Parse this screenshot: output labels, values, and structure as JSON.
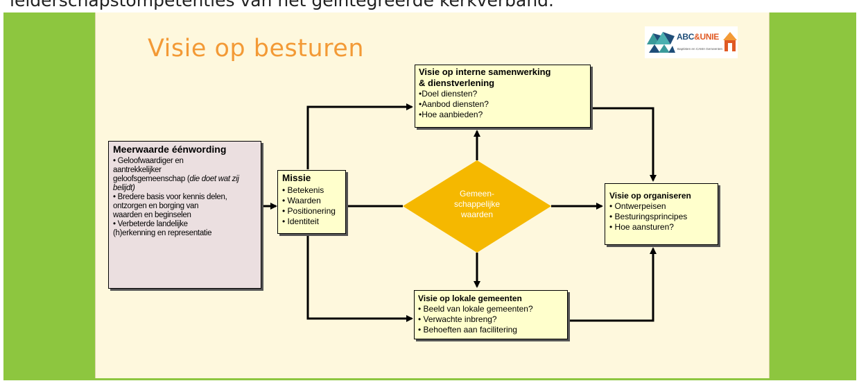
{
  "page_top_text": "leiderschapstompetenties van het geïntegreerde kerkverband.",
  "slide": {
    "title": "Visie op besturen",
    "logo": {
      "brand_abc": "ABC",
      "brand_amp": "&",
      "brand_unie": "UNIE",
      "tagline": "Baptisten en CAMA Gemeenten",
      "colors": {
        "navy": "#1f4e79",
        "orange": "#e05a24",
        "teal": "#3a9a9a"
      }
    }
  },
  "boxes": {
    "meerwaarde": {
      "heading": "Meerwaarde éénwording",
      "items": [
        "• Geloofwaardiger en",
        "aantrekkelijker",
        "geloofsgemeenschap (",
        "die doet wat zij belijdt)",
        "• Bredere basis voor kennis delen,",
        "ontzorgen en borging van",
        "waarden en beginselen",
        "• Verbeterde landelijke",
        "(h)erkenning en representatie"
      ]
    },
    "missie": {
      "heading": "Missie",
      "items": [
        "• Betekenis",
        "• Waarden",
        "• Positionering",
        "• Identiteit"
      ]
    },
    "interne": {
      "heading_line1": "Visie op interne samenwerking",
      "heading_line2": "& dienstverlening",
      "items": [
        "•Doel diensten?",
        "•Aanbod diensten?",
        "•Hoe aanbieden?"
      ]
    },
    "organiseren": {
      "heading": "Visie op organiseren",
      "items": [
        "• Ontwerpeisen",
        "• Besturingsprincipes",
        "• Hoe aansturen?"
      ]
    },
    "lokale": {
      "heading": "Visie op lokale gemeenten",
      "items": [
        "• Beeld van lokale gemeenten?",
        "• Verwachte inbreng?",
        "• Behoeften aan facilitering"
      ]
    },
    "diamond": {
      "line1": "Gemeen-",
      "line2": "schappelijke",
      "line3": "waarden",
      "color": "#f5b800"
    }
  },
  "colors": {
    "frame_green": "#8dc63f",
    "slide_background": "#fef8dd",
    "title_orange": "#f39a36",
    "box_yellow": "#ffffcc",
    "box_pink": "#ebdfe0"
  }
}
